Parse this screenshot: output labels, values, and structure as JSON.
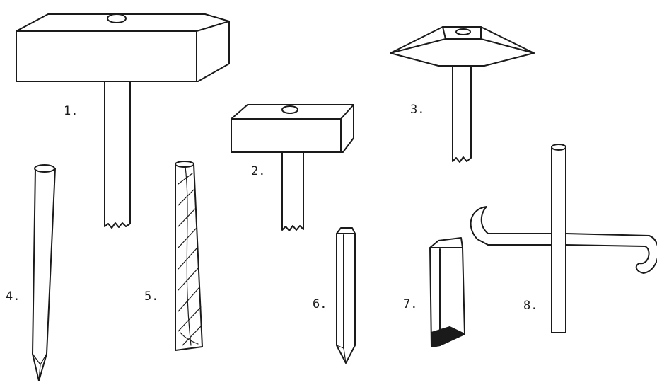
{
  "figure": {
    "labels": [
      "1.",
      "2.",
      "3.",
      "4.",
      "5.",
      "6.",
      "7.",
      "8."
    ],
    "ink_color": "#1a1a1a",
    "background": "#ffffff"
  }
}
